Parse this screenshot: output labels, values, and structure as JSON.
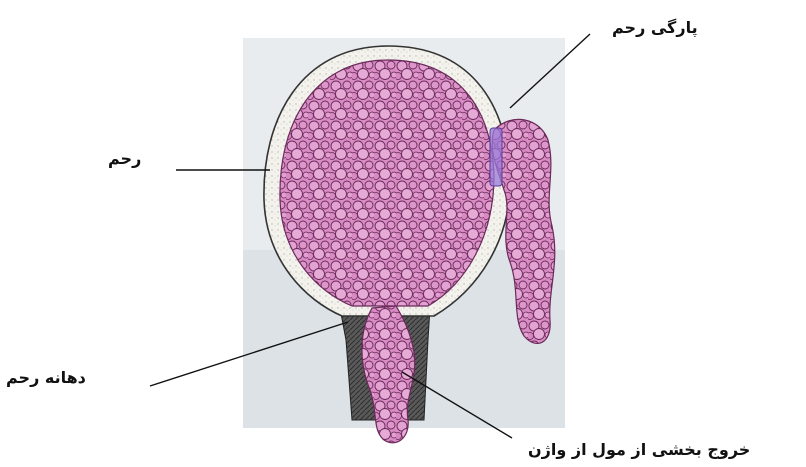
{
  "labels": {
    "uterine_rupture": "پارگی رحم",
    "uterus": "رحم",
    "cervix": "دهانه رحم",
    "mole_exit": "خروج بخشی از مول از واژن"
  },
  "colors": {
    "mole_pink": "#d98cc4",
    "mole_outline": "#6a2a5a",
    "uterine_wall": "#f1f0ea",
    "background_paper": "#e9ecef",
    "cervix_tissue": "#4a4a4a",
    "rupture_band": "#9a7ad8",
    "leader_line": "#111111"
  }
}
